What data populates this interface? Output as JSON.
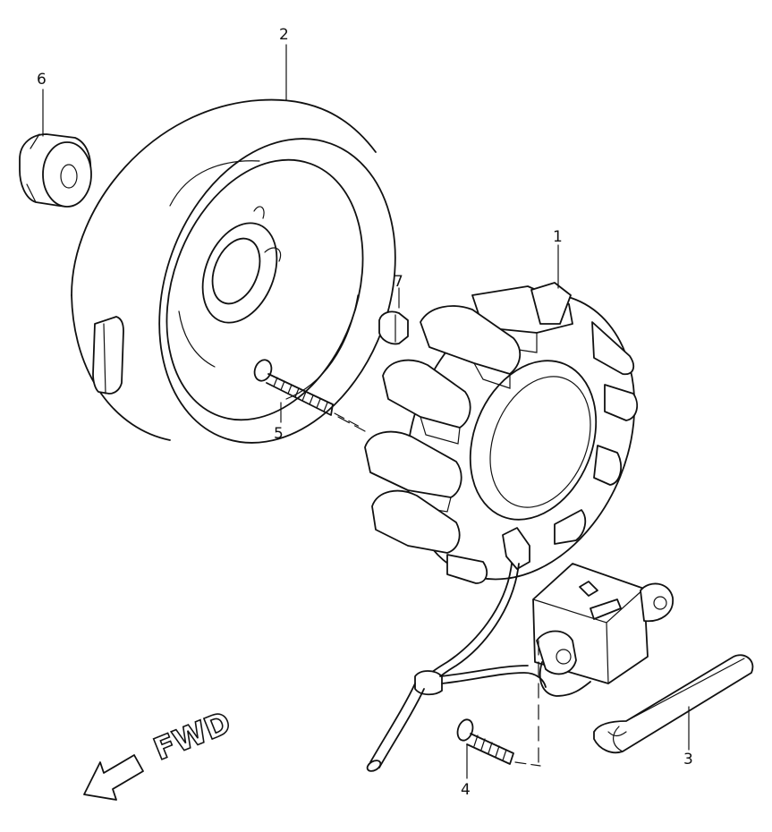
{
  "callouts": {
    "c1": "1",
    "c2": "2",
    "c3": "3",
    "c4": "4",
    "c5": "5",
    "c6": "6",
    "c7": "7"
  },
  "direction_label": "FWD"
}
